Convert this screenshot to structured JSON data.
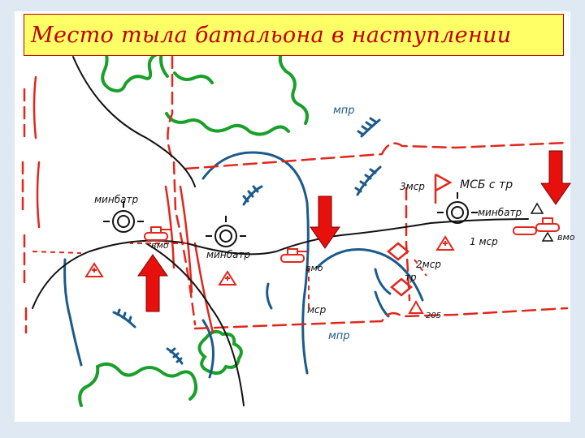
{
  "title": "Место тыла батальона в наступлении",
  "labels": {
    "minbatr_left": "минбатр",
    "minbatr_mid": "минбатр",
    "minbatr_right": "минбатр",
    "vmo_left": "вмо",
    "vmo_mid": "вмо",
    "vmo_right": "вмо",
    "mpr_top": "мпр",
    "mpr_bottom": "мпр",
    "msr_3": "3мср",
    "msb_str": "МСБ с тр",
    "msr_1": "1 мср",
    "msr_2": "2мср",
    "tr": "тр",
    "msr_bottom": "мср",
    "num_205": "205"
  },
  "colors": {
    "red": "#e0271c",
    "blue": "#1c5a8c",
    "green": "#19a02a",
    "black": "#111111",
    "arrow_fill": "#e8100c"
  },
  "icons": [
    "mortar-battery-icon",
    "medical-post-icon",
    "tank-icon",
    "supply-vehicle-icon",
    "flag-icon",
    "forest-icon",
    "advance-arrow-icon"
  ]
}
